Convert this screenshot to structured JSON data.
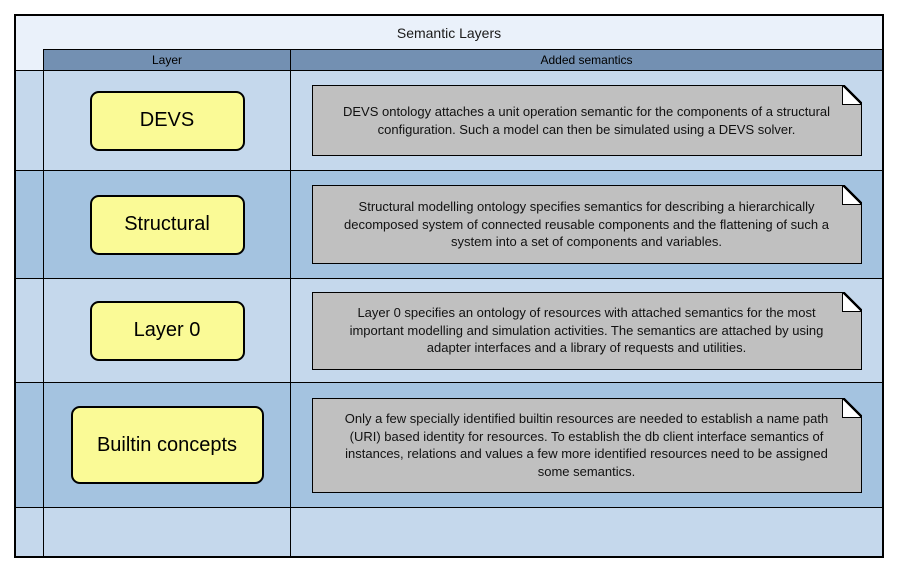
{
  "title": "Semantic Layers",
  "columns": {
    "layer": "Layer",
    "added_semantics": "Added semantics"
  },
  "rows": [
    {
      "layer": "DEVS",
      "note": "DEVS ontology attaches a unit operation semantic for the components of a structural configuration. Such a model can then be simulated using a DEVS solver."
    },
    {
      "layer": "Structural",
      "note": "Structural modelling ontology specifies semantics for describing a hierarchically decomposed system of connected reusable components and the flattening of such a system into a set of components and variables."
    },
    {
      "layer": "Layer 0",
      "note": "Layer 0 specifies an ontology of resources with attached semantics for the most important modelling and simulation activities. The semantics are attached by using adapter interfaces and a library of requests and utilities."
    },
    {
      "layer": "Builtin concepts",
      "note": "Only a few specially identified builtin resources are needed to establish a name path (URI) based identity for resources. To establish the db client interface semantics of instances, relations and values a few more identified resources need to be assigned some semantics."
    }
  ],
  "colors": {
    "panel_bg": "#EAF1FA",
    "header_bg": "#7390B2",
    "row_light": "#C5D8EC",
    "row_dark": "#A4C3E0",
    "box_yellow": "#FAFA96",
    "note_grey": "#C0C0C0",
    "border": "#000000"
  }
}
